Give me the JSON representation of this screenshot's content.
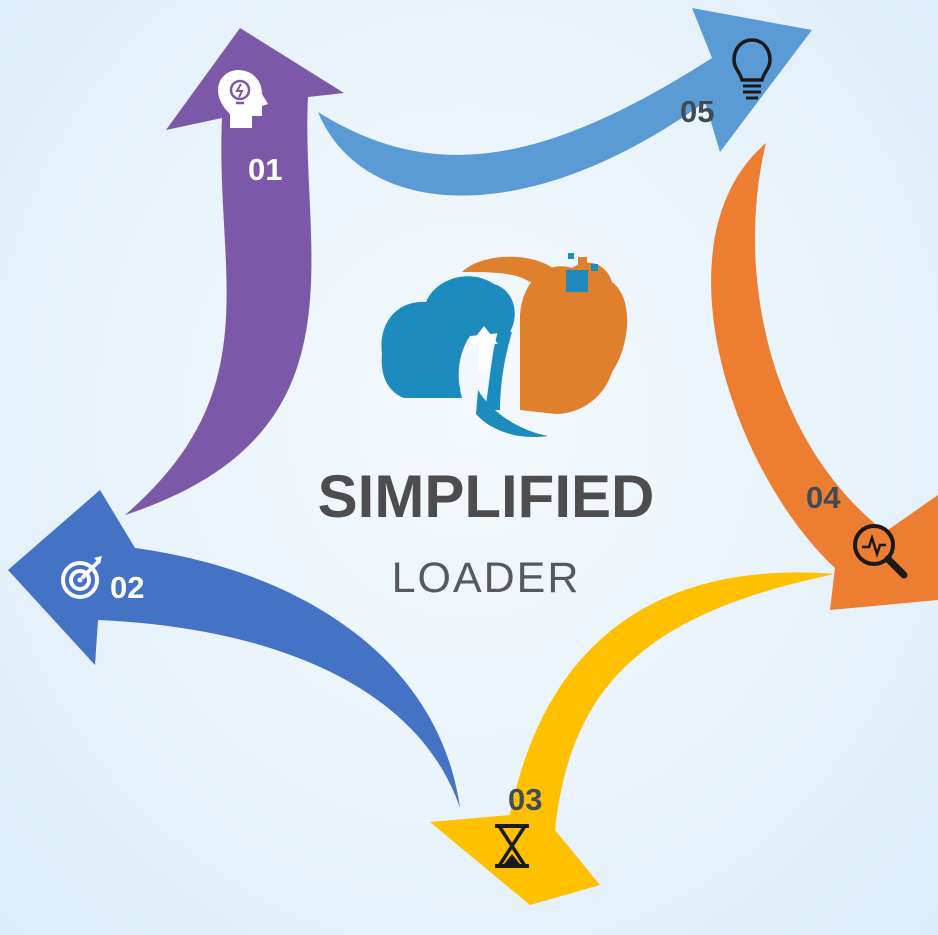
{
  "brand": {
    "title": "SIMPLIFIED",
    "subtitle": "LOADER",
    "title_color": "#4d4d4f",
    "subtitle_color": "#58595b"
  },
  "steps": [
    {
      "number": "01",
      "color": "#7c58a8",
      "icon": "head-lightbulb-icon",
      "label_color": "#ffffff"
    },
    {
      "number": "02",
      "color": "#4472c4",
      "icon": "target-arrow-icon",
      "label_color": "#ffffff"
    },
    {
      "number": "03",
      "color": "#ffc000",
      "icon": "hourglass-icon",
      "label_color": "#404b55"
    },
    {
      "number": "04",
      "color": "#ed7d31",
      "icon": "magnifier-pulse-icon",
      "label_color": "#404b55"
    },
    {
      "number": "05",
      "color": "#5b9bd5",
      "icon": "lightbulb-icon",
      "label_color": "#404b55"
    }
  ],
  "logo_colors": {
    "blue": "#1e8bbf",
    "orange": "#e07f2c"
  }
}
